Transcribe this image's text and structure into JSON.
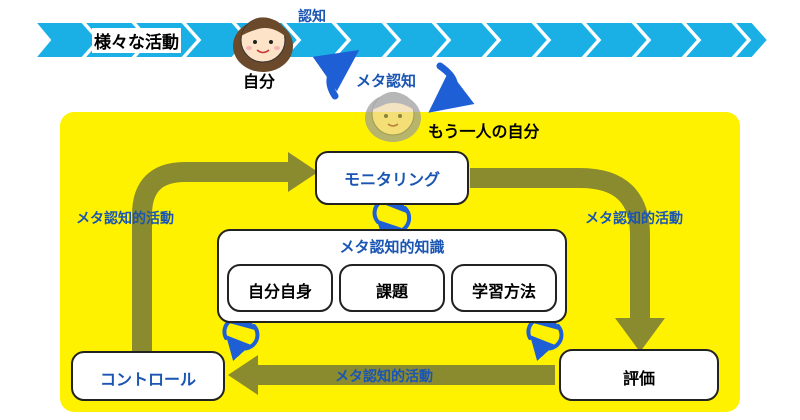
{
  "top": {
    "activities_label": "様々な活動",
    "cognition_label": "認知",
    "self_label": "自分"
  },
  "meta": {
    "meta_cognition_label": "メタ認知",
    "other_self_label": "もう一人の自分"
  },
  "cycle": {
    "monitoring": "モニタリング",
    "control": "コントロール",
    "evaluation": "評価",
    "activity_left": "メタ認知的活動",
    "activity_right": "メタ認知的活動",
    "activity_bottom": "メタ認知的活動"
  },
  "knowledge": {
    "title": "メタ認知的知識",
    "items": [
      "自分自身",
      "課題",
      "学習方法"
    ]
  },
  "colors": {
    "chevron": "#1ab0e6",
    "panel": "#fff200",
    "flow_arrow": "#8a8a2e",
    "label_blue": "#1a55b3",
    "cycle_arrow": "#1f5fd6"
  }
}
